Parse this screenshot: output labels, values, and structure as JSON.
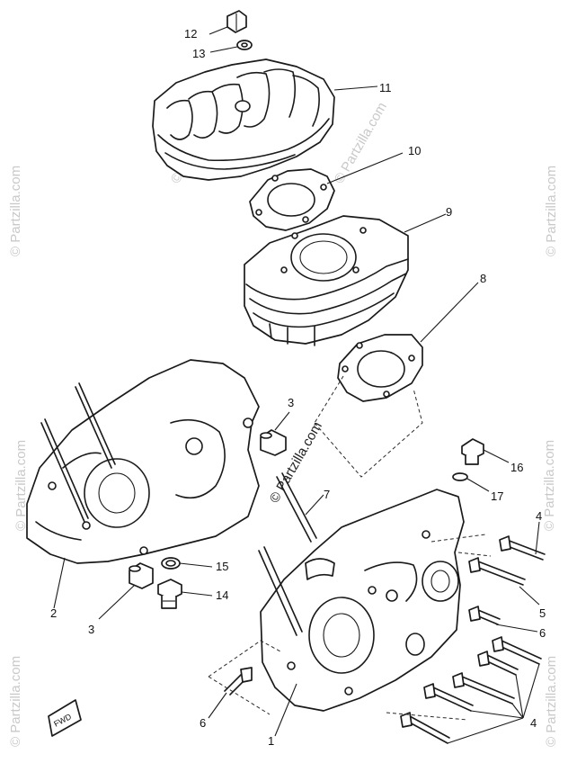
{
  "watermark": {
    "text": "© Partzilla.com",
    "center_text": "© Partzilla.com"
  },
  "front_marker": "FWD",
  "callouts": {
    "c1": "1",
    "c2": "2",
    "c3a": "3",
    "c3b": "3",
    "c4a": "4",
    "c4b": "4",
    "c5": "5",
    "c6a": "6",
    "c6b": "6",
    "c7": "7",
    "c8": "8",
    "c9": "9",
    "c10": "10",
    "c11": "11",
    "c12": "12",
    "c13": "13",
    "c14": "14",
    "c15": "15",
    "c16": "16",
    "c17": "17"
  }
}
